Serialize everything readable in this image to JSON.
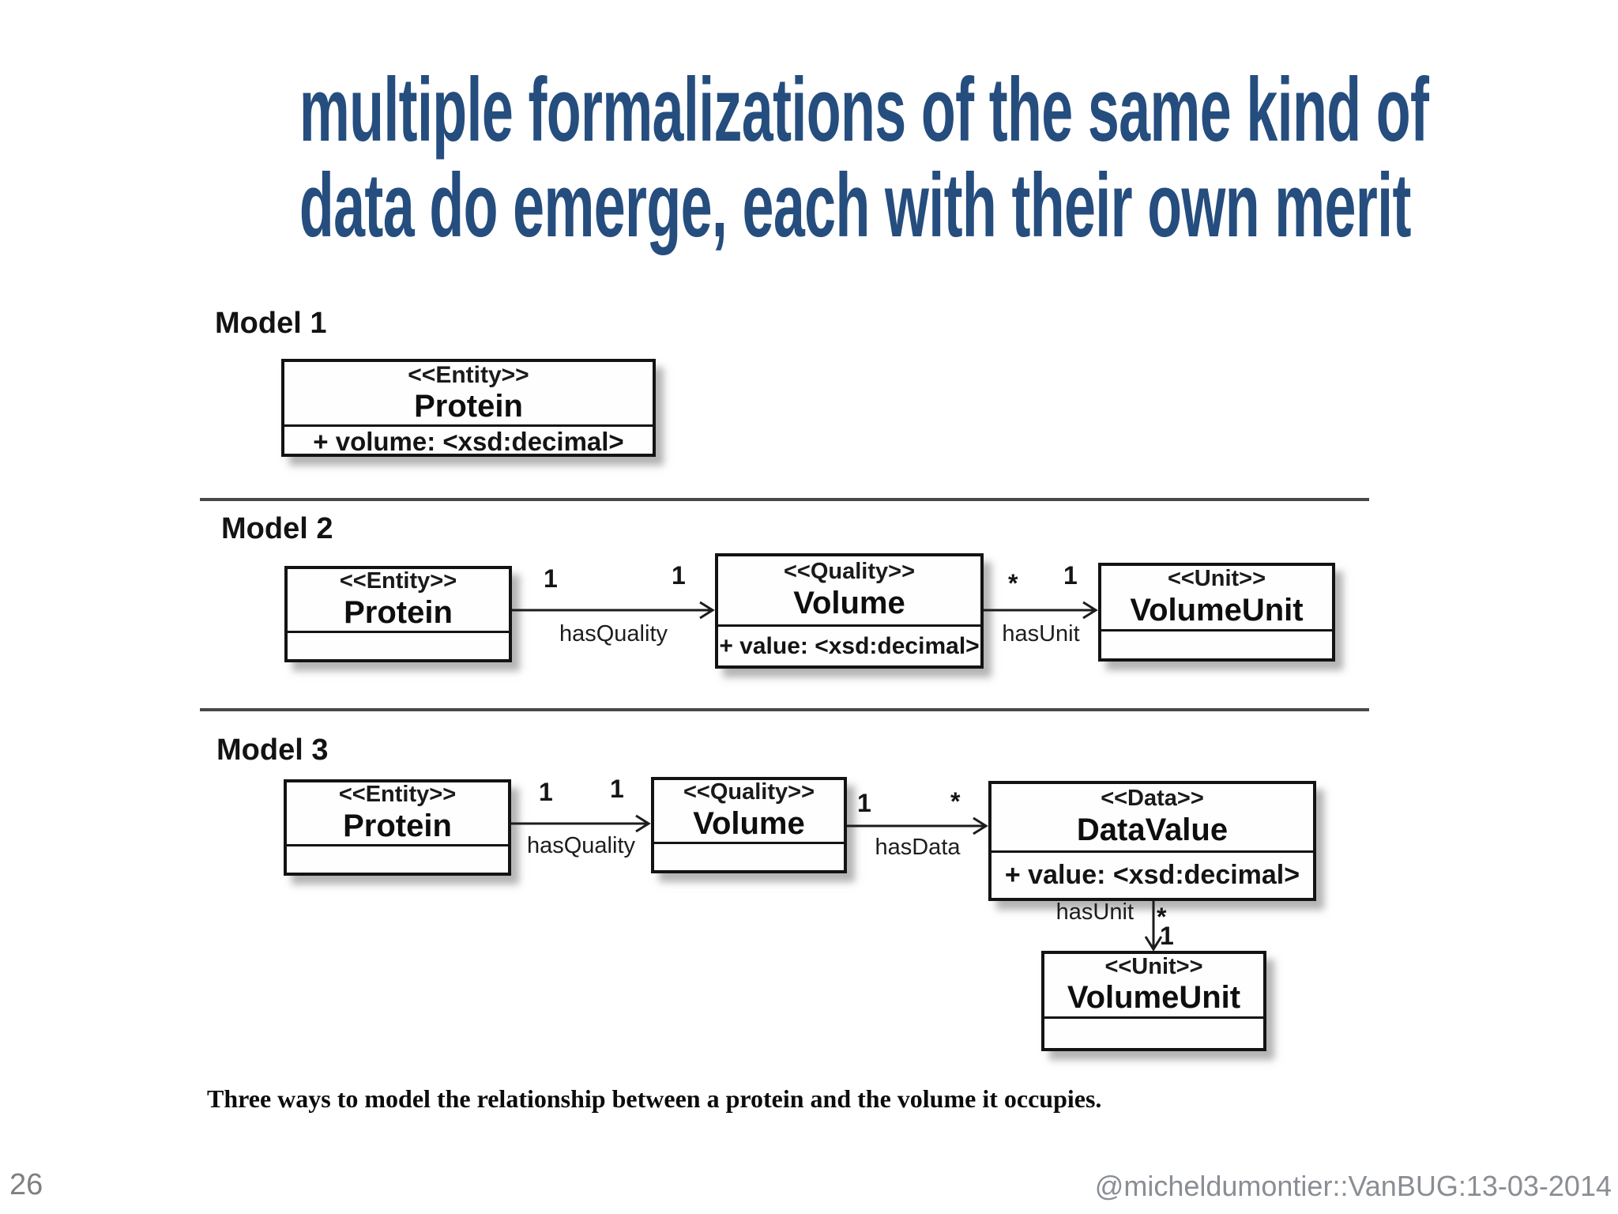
{
  "slide": {
    "title_line1": "multiple formalizations of the same kind of",
    "title_line2": "data do emerge, each with their own merit",
    "caption": "Three ways to model the relationship between a protein and the volume it occupies.",
    "page_number": "26",
    "footer": "@micheldumontier::VanBUG:13-03-2014",
    "colors": {
      "title_blue": "#254d7e",
      "footer_gray": "#8a8e94",
      "page_number_gray": "#7f7f7f",
      "diagram_ink": "#141414"
    }
  },
  "models": {
    "model1": {
      "label": "Model 1",
      "protein": {
        "stereotype": "<<Entity>>",
        "name": "Protein",
        "attribute": "+ volume: <xsd:decimal>"
      }
    },
    "model2": {
      "label": "Model 2",
      "protein": {
        "stereotype": "<<Entity>>",
        "name": "Protein",
        "attribute": ""
      },
      "volume": {
        "stereotype": "<<Quality>>",
        "name": "Volume",
        "attribute": "+ value: <xsd:decimal>"
      },
      "volumeunit": {
        "stereotype": "<<Unit>>",
        "name": "VolumeUnit",
        "attribute": ""
      },
      "rel_hasquality": {
        "label": "hasQuality",
        "source_mult": "1",
        "target_mult": "1"
      },
      "rel_hasunit": {
        "label": "hasUnit",
        "source_mult": "*",
        "target_mult": "1"
      }
    },
    "model3": {
      "label": "Model 3",
      "protein": {
        "stereotype": "<<Entity>>",
        "name": "Protein",
        "attribute": ""
      },
      "volume": {
        "stereotype": "<<Quality>>",
        "name": "Volume",
        "attribute": ""
      },
      "datavalue": {
        "stereotype": "<<Data>>",
        "name": "DataValue",
        "attribute": "+ value: <xsd:decimal>"
      },
      "volumeunit": {
        "stereotype": "<<Unit>>",
        "name": "VolumeUnit",
        "attribute": ""
      },
      "rel_hasquality": {
        "label": "hasQuality",
        "source_mult": "1",
        "target_mult": "1"
      },
      "rel_hasdata": {
        "label": "hasData",
        "source_mult": "1",
        "target_mult": "*"
      },
      "rel_hasunit": {
        "label": "hasUnit",
        "source_mult": "*",
        "target_mult": "1"
      }
    }
  }
}
